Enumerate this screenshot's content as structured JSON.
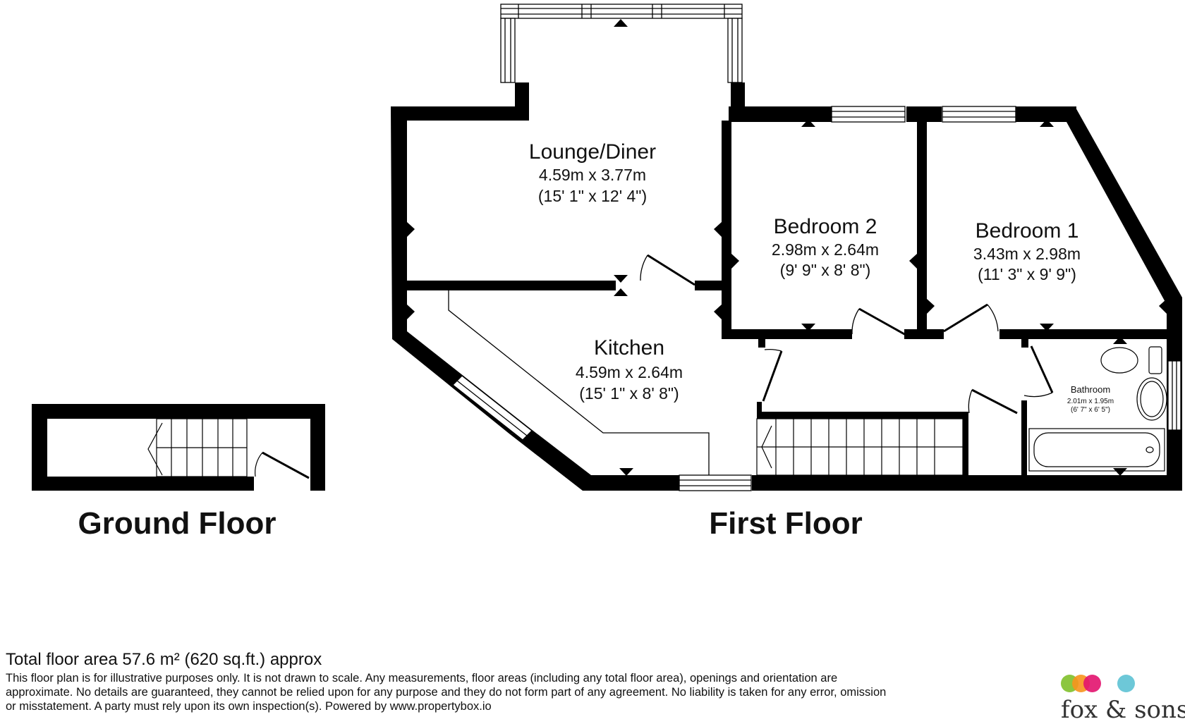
{
  "rooms": {
    "lounge": {
      "name": "Lounge/Diner",
      "dim_m": "4.59m x 3.77m",
      "dim_ft": "(15' 1\" x 12' 4\")"
    },
    "bedroom2": {
      "name": "Bedroom 2",
      "dim_m": "2.98m x 2.64m",
      "dim_ft": "(9' 9\" x 8' 8\")"
    },
    "bedroom1": {
      "name": "Bedroom 1",
      "dim_m": "3.43m x 2.98m",
      "dim_ft": "(11' 3\" x 9' 9\")"
    },
    "kitchen": {
      "name": "Kitchen",
      "dim_m": "4.59m x 2.64m",
      "dim_ft": "(15' 1\" x 8' 8\")"
    },
    "bathroom": {
      "name": "Bathroom",
      "dim_m": "2.01m x 1.95m",
      "dim_ft": "(6' 7\" x 6' 5\")"
    }
  },
  "floors": {
    "ground": "Ground Floor",
    "first": "First Floor"
  },
  "footer": {
    "total": "Total floor area 57.6 m² (620 sq.ft.) approx",
    "disclaimer_1": "This floor plan is for illustrative purposes only. It is not drawn to scale. Any measurements, floor areas (including any total floor area), openings and orientation are",
    "disclaimer_2": "approximate. No details are guaranteed, they cannot be relied upon for any purpose and they do not form part of any agreement. No liability is taken for any error, omission",
    "disclaimer_3": "or misstatement. A party must rely upon its own inspection(s). Powered by www.propertybox.io"
  },
  "brand": {
    "name": "fox & sons",
    "dot_colors": [
      "#8cc63f",
      "#f7941d",
      "#e2136e",
      "#6dc8d8"
    ]
  },
  "colors": {
    "wall": "#000000",
    "background": "#ffffff"
  }
}
